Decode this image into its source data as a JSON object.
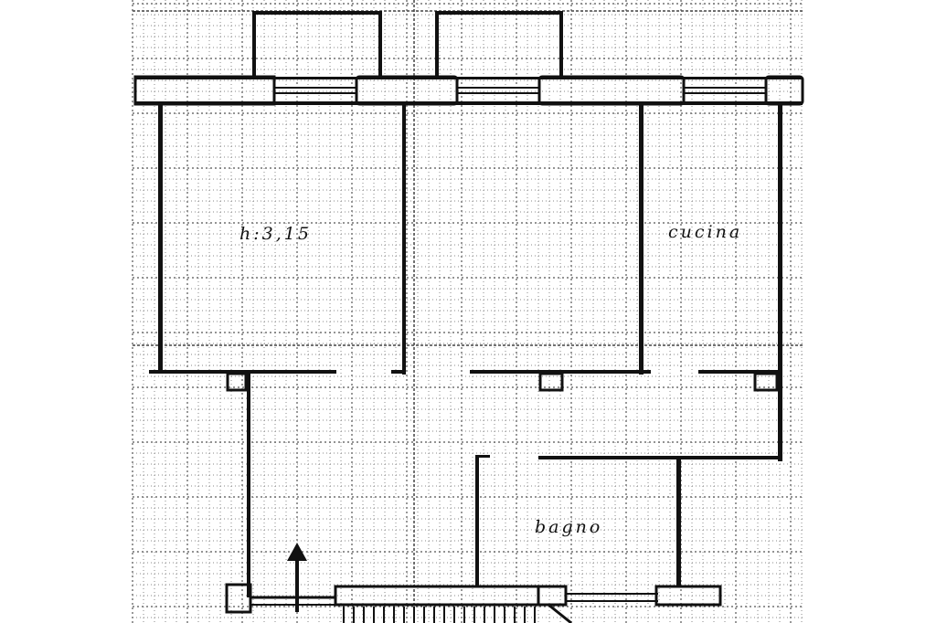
{
  "plan": {
    "labels": {
      "height": "h:3,15",
      "kitchen": "cucina",
      "bathroom": "bagno"
    },
    "colors": {
      "ink": "#111111",
      "paper": "#ffffff",
      "grid": "#8a8a8a"
    },
    "icons": {
      "entrance": "north-arrow-icon"
    }
  }
}
